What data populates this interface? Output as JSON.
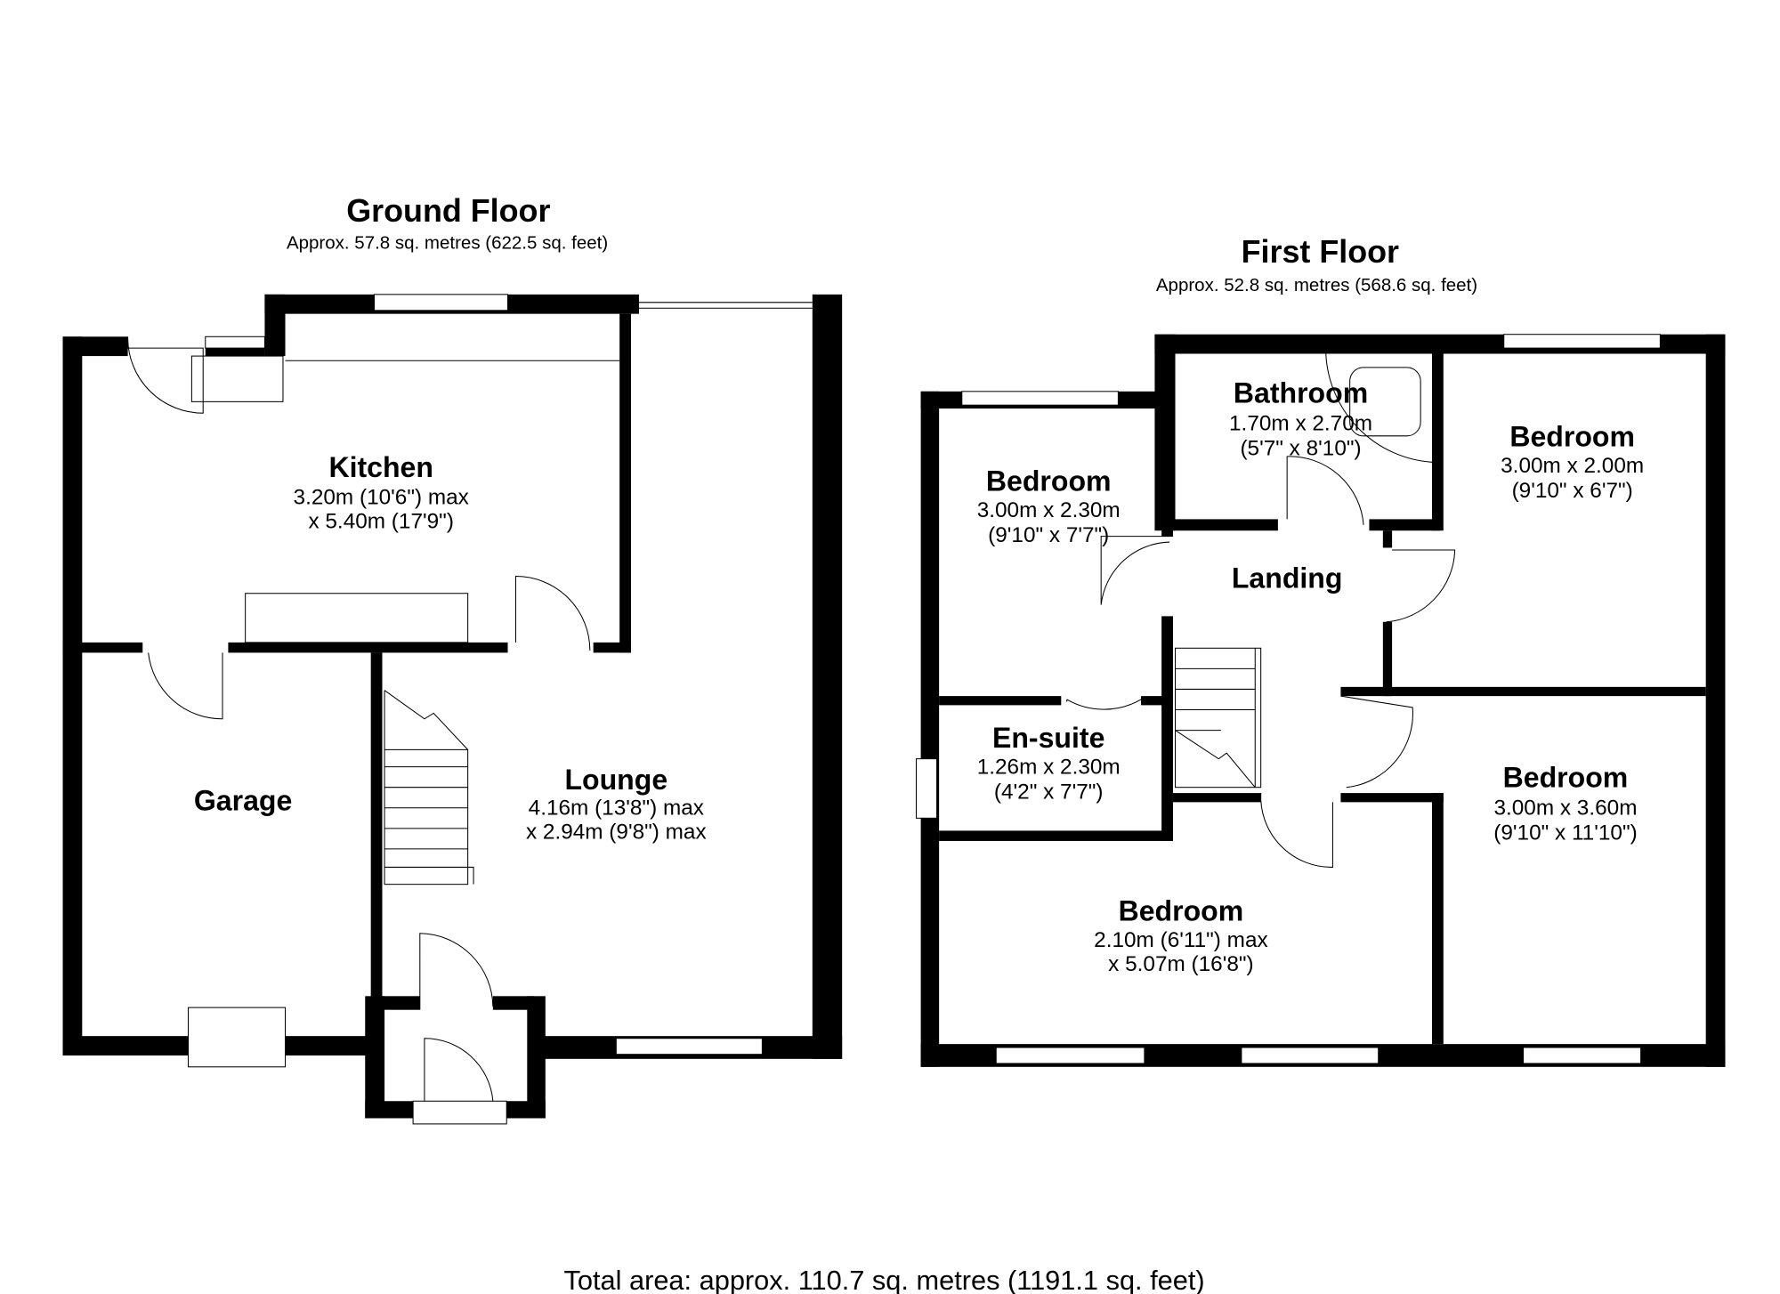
{
  "ground_floor": {
    "title": "Ground Floor",
    "area": "Approx. 57.8 sq. metres (622.5 sq. feet)",
    "rooms": [
      {
        "name": "Kitchen",
        "dims": [
          "3.20m (10'6\") max",
          "x 5.40m (17'9\")"
        ]
      },
      {
        "name": "Garage",
        "dims": []
      },
      {
        "name": "Lounge",
        "dims": [
          "4.16m (13'8\") max",
          "x 2.94m (9'8\") max"
        ]
      }
    ]
  },
  "first_floor": {
    "title": "First Floor",
    "area": "Approx. 52.8 sq. metres (568.6 sq. feet)",
    "rooms": [
      {
        "name": "Bathroom",
        "dims": [
          "1.70m x 2.70m",
          "(5'7\" x 8'10\")"
        ]
      },
      {
        "name": "Bedroom",
        "dims": [
          "3.00m x 2.00m",
          "(9'10\" x 6'7\")"
        ]
      },
      {
        "name": "Bedroom",
        "dims": [
          "3.00m x 2.30m",
          "(9'10\" x 7'7\")"
        ]
      },
      {
        "name": "Landing",
        "dims": []
      },
      {
        "name": "En-suite",
        "dims": [
          "1.26m x 2.30m",
          "(4'2\" x 7'7\")"
        ]
      },
      {
        "name": "Bedroom",
        "dims": [
          "3.00m x 3.60m",
          "(9'10\" x 11'10\")"
        ]
      },
      {
        "name": "Bedroom",
        "dims": [
          "2.10m (6'11\") max",
          "x 5.07m (16'8\")"
        ]
      }
    ]
  },
  "total_area": "Total area: approx. 110.7 sq. metres (1191.1 sq. feet)"
}
